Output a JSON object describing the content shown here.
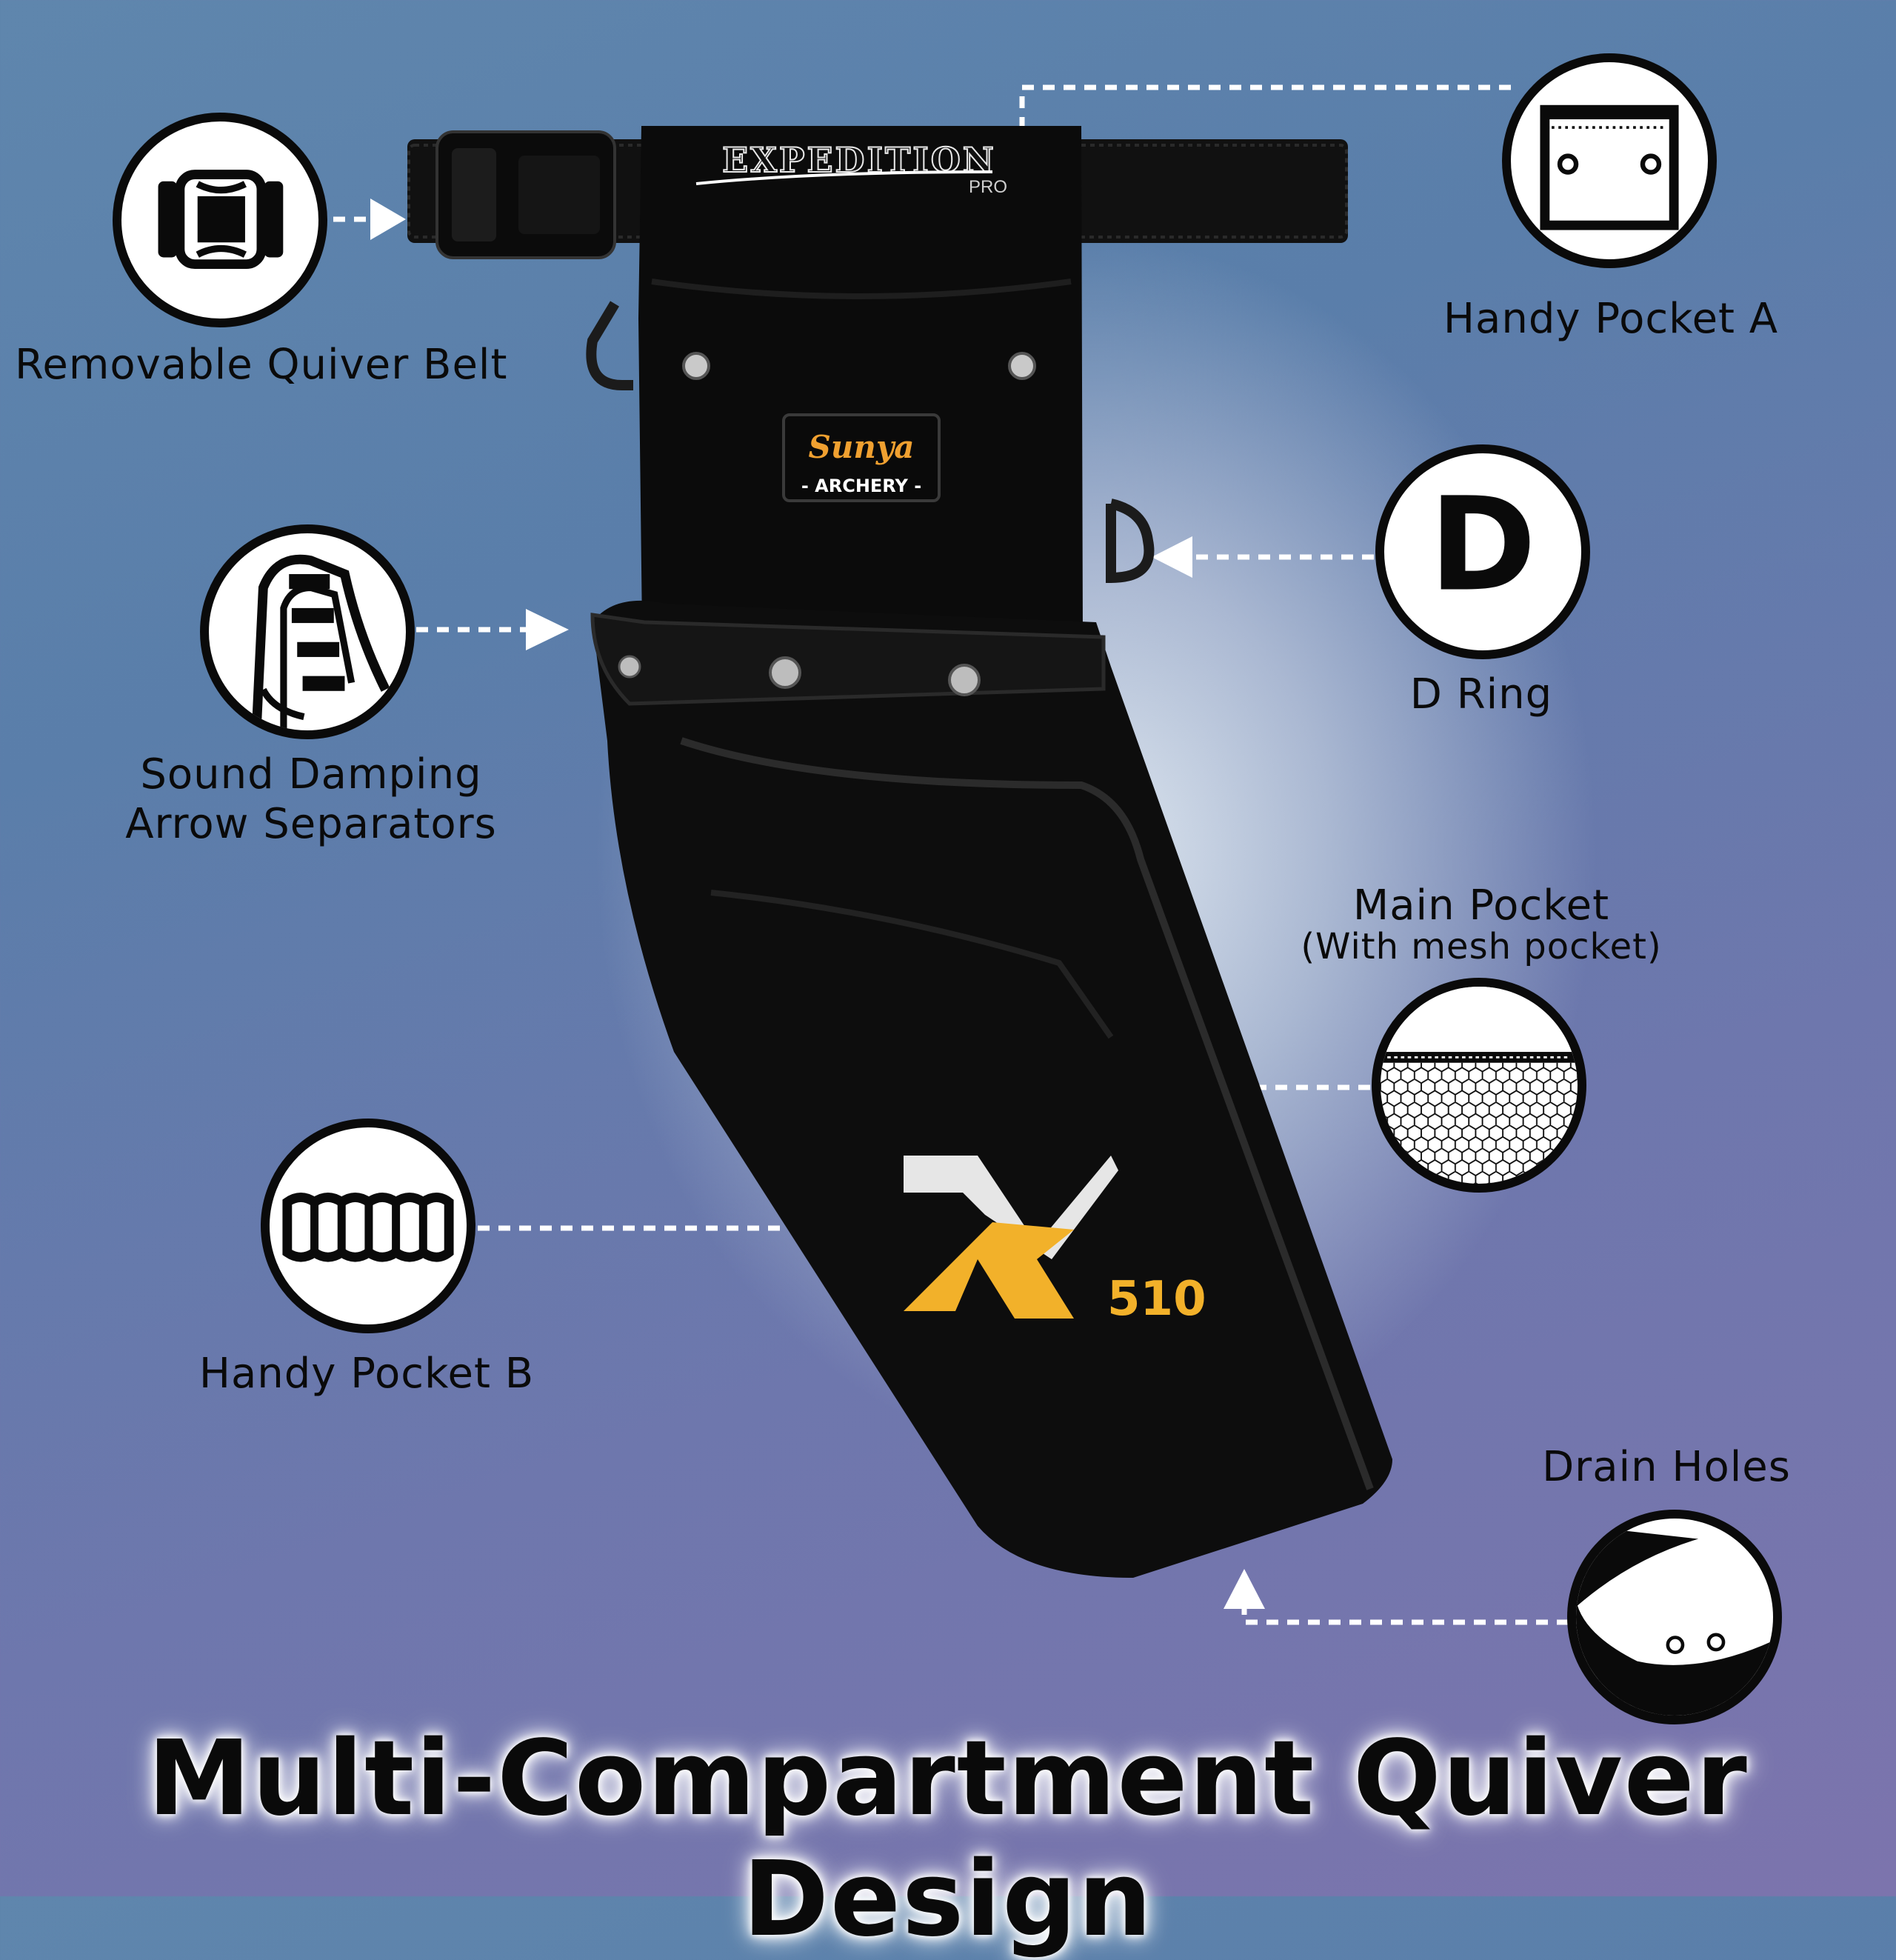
{
  "headline": "Multi-Compartment Quiver Design",
  "features": {
    "belt": {
      "label": "Removable Quiver Belt",
      "icon": "buckle-icon"
    },
    "separators": {
      "label_line1": "Sound Damping",
      "label_line2": "Arrow Separators",
      "icon": "arrow-separator-icon"
    },
    "pocket_b": {
      "label": "Handy Pocket B",
      "icon": "pleated-pocket-icon"
    },
    "pocket_a": {
      "label": "Handy Pocket A",
      "icon": "pocket-grommet-icon"
    },
    "d_ring": {
      "label": "D Ring",
      "icon": "d-letter-icon",
      "glyph": "D"
    },
    "main_pocket": {
      "label": "Main Pocket",
      "sublabel": "(With mesh pocket)",
      "icon": "mesh-icon"
    },
    "drain": {
      "label": "Drain Holes",
      "icon": "drain-hole-icon"
    }
  },
  "product": {
    "brand_top": "EXPEDITION",
    "brand_top_sub": "PRO",
    "patch_script": "Sunya",
    "patch_line": "- ARCHERY -",
    "model": "510"
  },
  "colors": {
    "accent_yellow": "#f2b12a",
    "quiver_black": "#0b0b0b",
    "icon_black": "#0a0a0a",
    "icon_white": "#ffffff",
    "patch_orange": "#f0a030"
  }
}
